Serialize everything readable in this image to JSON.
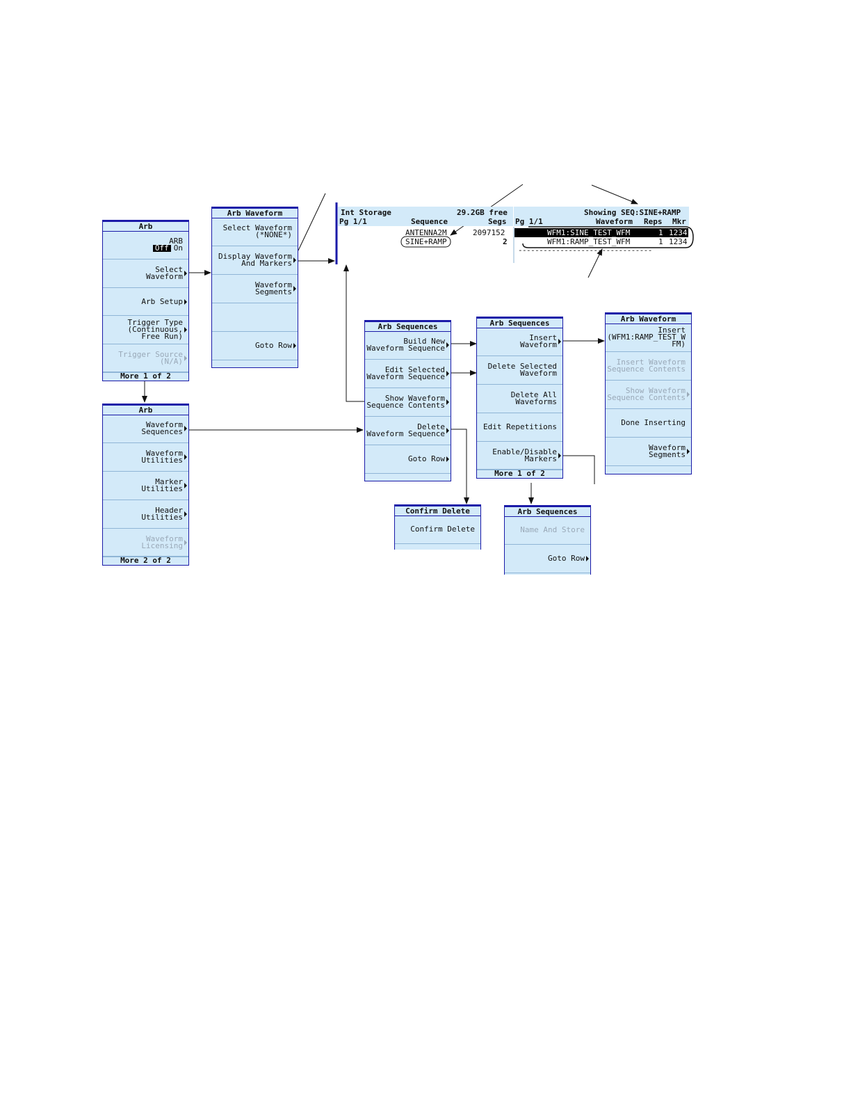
{
  "arb_menu_1": {
    "title": "Arb",
    "arb_label": "ARB",
    "arb_off": "Off",
    "arb_on": "On",
    "select_waveform": [
      "Select",
      "Waveform"
    ],
    "arb_setup": "Arb Setup",
    "trigger_type": [
      "Trigger Type",
      "(Continuous,",
      "Free Run)"
    ],
    "trigger_source": [
      "Trigger Source",
      "(N/A)"
    ],
    "footer": "More 1 of 2"
  },
  "arb_menu_2": {
    "title": "Arb",
    "waveform_sequences": [
      "Waveform",
      "Sequences"
    ],
    "waveform_utilities": [
      "Waveform",
      "Utilities"
    ],
    "marker_utilities": [
      "Marker",
      "Utilities"
    ],
    "header_utilities": [
      "Header",
      "Utilities"
    ],
    "waveform_licensing": [
      "Waveform",
      "Licensing"
    ],
    "footer": "More 2 of 2"
  },
  "arb_waveform_menu": {
    "title": "Arb Waveform",
    "select_waveform": [
      "Select Waveform",
      "(*NONE*)"
    ],
    "display_waveform": [
      "Display Waveform",
      "And Markers"
    ],
    "waveform_segments": [
      "Waveform",
      "Segments"
    ],
    "goto_row": "Goto Row"
  },
  "storage_table": {
    "title": "Int Storage",
    "free": "29.2GB free",
    "page": "Pg 1/1",
    "col_sequence": "Sequence",
    "col_segs": "Segs",
    "rows": [
      {
        "name": "ANTENNA2M",
        "segs": "2097152"
      },
      {
        "name": "SINE+RAMP",
        "segs": "2"
      }
    ]
  },
  "seq_table": {
    "showing": "Showing SEQ:SINE+RAMP",
    "page": "Pg 1/1",
    "col_waveform": "Waveform",
    "col_reps": "Reps",
    "col_mkr": "Mkr",
    "rows": [
      {
        "waveform": "WFM1:SINE_TEST_WFM",
        "reps": "1",
        "mkr": "1234"
      },
      {
        "waveform": "WFM1:RAMP_TEST_WFM",
        "reps": "1",
        "mkr": "1234"
      }
    ],
    "end_marker": "--------------------------------"
  },
  "arb_sequences_menu": {
    "title": "Arb Sequences",
    "build_new": [
      "Build New",
      "Waveform Sequence"
    ],
    "edit_selected": [
      "Edit Selected",
      "Waveform Sequence"
    ],
    "show_contents": [
      "Show Waveform",
      "Sequence Contents"
    ],
    "delete": [
      "Delete",
      "Waveform Sequence"
    ],
    "goto_row": "Goto Row"
  },
  "arb_sequences_edit_menu": {
    "title": "Arb Sequences",
    "insert_waveform": [
      "Insert",
      "Waveform"
    ],
    "delete_selected": [
      "Delete Selected",
      "Waveform"
    ],
    "delete_all": [
      "Delete All",
      "Waveforms"
    ],
    "edit_repetitions": "Edit Repetitions",
    "enable_disable": [
      "Enable/Disable",
      "Markers"
    ],
    "footer": "More 1 of 2"
  },
  "arb_waveform_insert_menu": {
    "title": "Arb Waveform",
    "insert": [
      "Insert",
      "(WFM1:RAMP_TEST_W",
      "FM)"
    ],
    "insert_contents": [
      "Insert Waveform",
      "Sequence Contents"
    ],
    "show_contents": [
      "Show Waveform",
      "Sequence Contents"
    ],
    "done_inserting": "Done Inserting",
    "waveform_segments": [
      "Waveform",
      "Segments"
    ]
  },
  "confirm_delete_menu": {
    "title": "Confirm Delete",
    "confirm": "Confirm Delete"
  },
  "arb_sequences_menu_2": {
    "title": "Arb Sequences",
    "name_and_store": "Name And Store",
    "goto_row": "Goto Row"
  },
  "colors": {
    "panel_bg": "#d3eaf9",
    "panel_border": "#1a1aa8",
    "highlight_bg": "#000000",
    "dim_text": "#9aa9b8"
  }
}
